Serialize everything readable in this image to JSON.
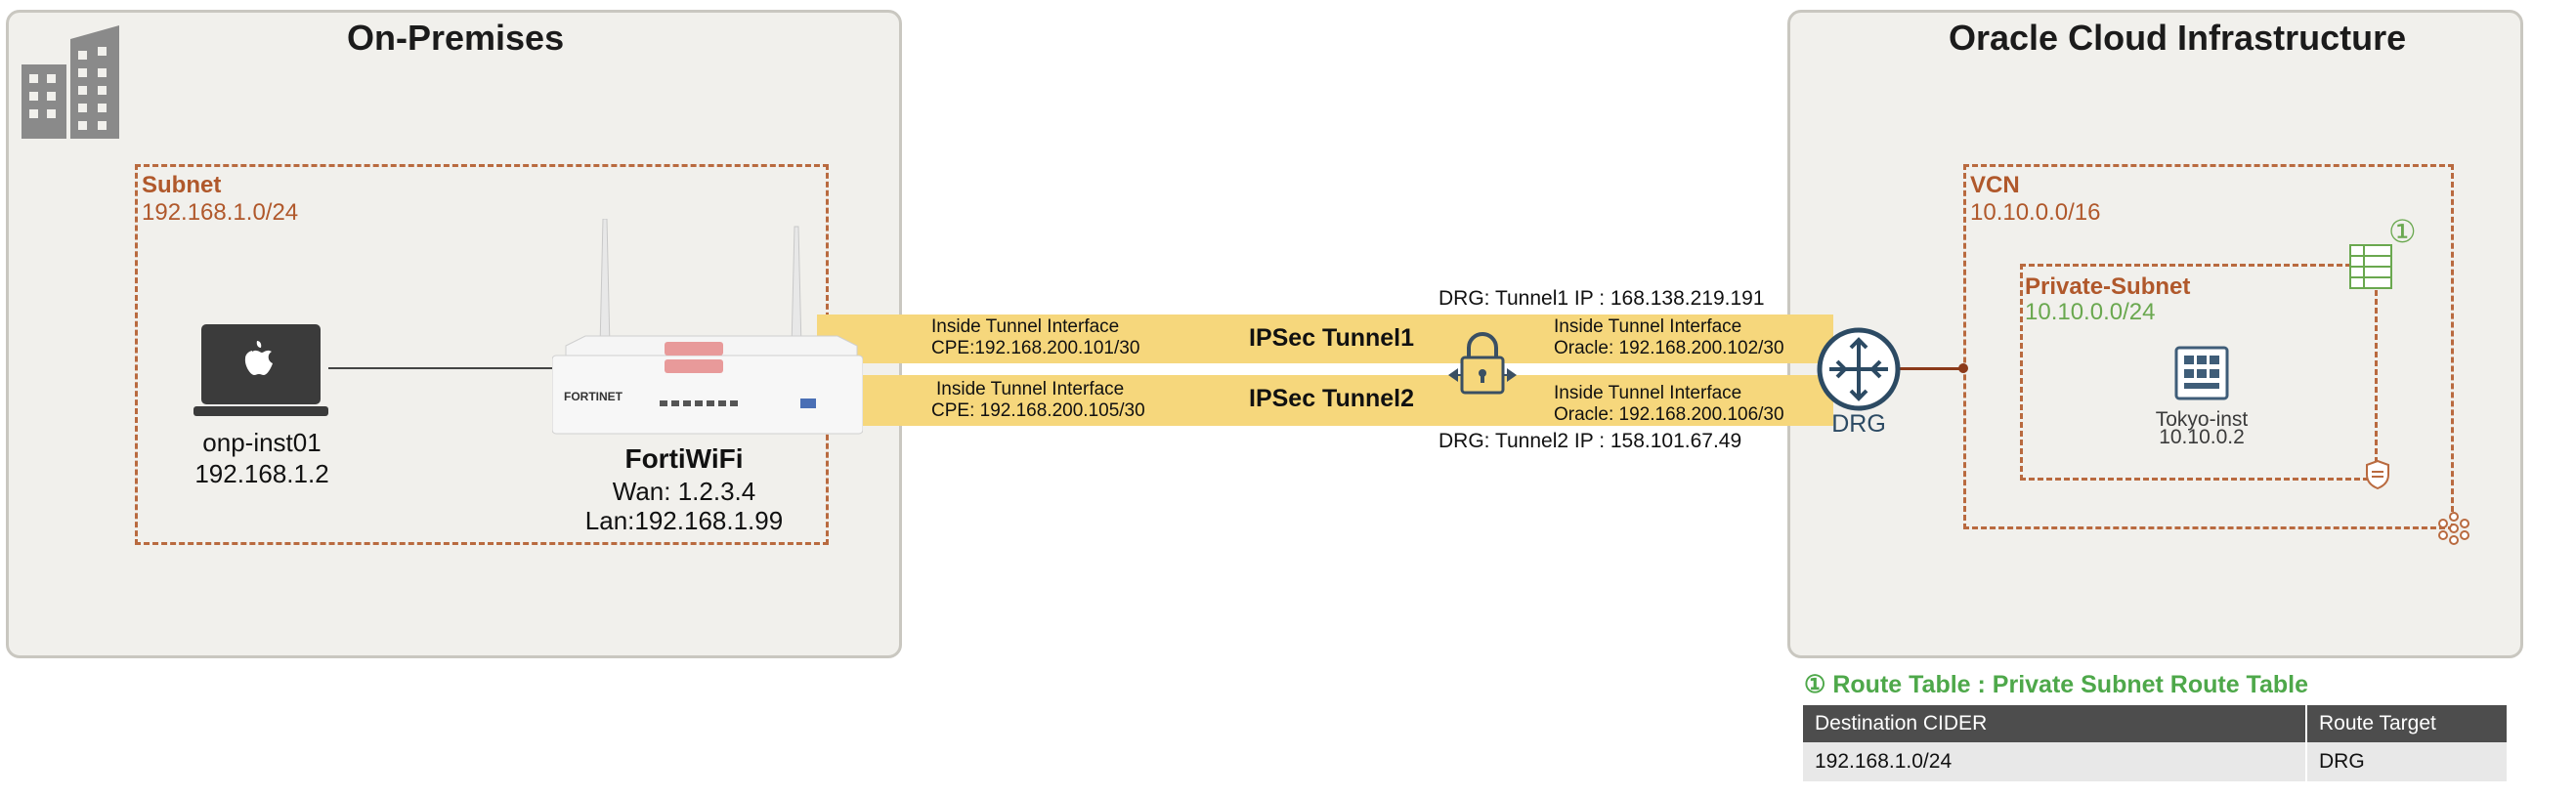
{
  "onprem": {
    "title": "On-Premises",
    "subnet_label": "Subnet",
    "subnet_cidr": "192.168.1.0/24",
    "client_name": "onp-inst01",
    "client_ip": "192.168.1.2",
    "router_name": "FortiWiFi",
    "router_wan": "Wan: 1.2.3.4",
    "router_lan": "Lan:192.168.1.99",
    "router_brand": "FORTINET"
  },
  "oci": {
    "title": "Oracle Cloud Infrastructure",
    "vcn_label": "VCN",
    "vcn_cidr": "10.10.0.0/16",
    "subnet_label": "Private-Subnet",
    "subnet_cidr": "10.10.0.0/24",
    "instance_name": "Tokyo-inst",
    "instance_ip": "10.10.0.2",
    "drg_label": "DRG",
    "route_table_marker": "①"
  },
  "tunnels": {
    "drg_tunnel1_ip": "DRG: Tunnel1  IP : 168.138.219.191",
    "drg_tunnel2_ip": "DRG: Tunnel2 IP : 158.101.67.49",
    "tunnel1": {
      "name": "IPSec Tunnel1",
      "cpe_title": "Inside Tunnel Interface",
      "cpe_ip": "CPE:192.168.200.101/30",
      "oracle_title": "Inside Tunnel Interface",
      "oracle_ip": "Oracle: 192.168.200.102/30"
    },
    "tunnel2": {
      "name": "IPSec Tunnel2",
      "cpe_title": "Inside Tunnel Interface",
      "cpe_ip": "CPE: 192.168.200.105/30",
      "oracle_title": "Inside Tunnel Interface",
      "oracle_ip": "Oracle: 192.168.200.106/30"
    }
  },
  "route_table": {
    "title": "① Route Table : Private Subnet Route Table",
    "headers": [
      "Destination    CIDER",
      "Route Target"
    ],
    "rows": [
      [
        "192.168.1.0/24",
        "DRG"
      ]
    ]
  },
  "colors": {
    "tunnel": "#f6d77c",
    "subnet_orange": "#b0582b",
    "oci_green": "#6aa84f",
    "drg_blue": "#2c4a63",
    "panel_bg": "#f1f0ec"
  }
}
